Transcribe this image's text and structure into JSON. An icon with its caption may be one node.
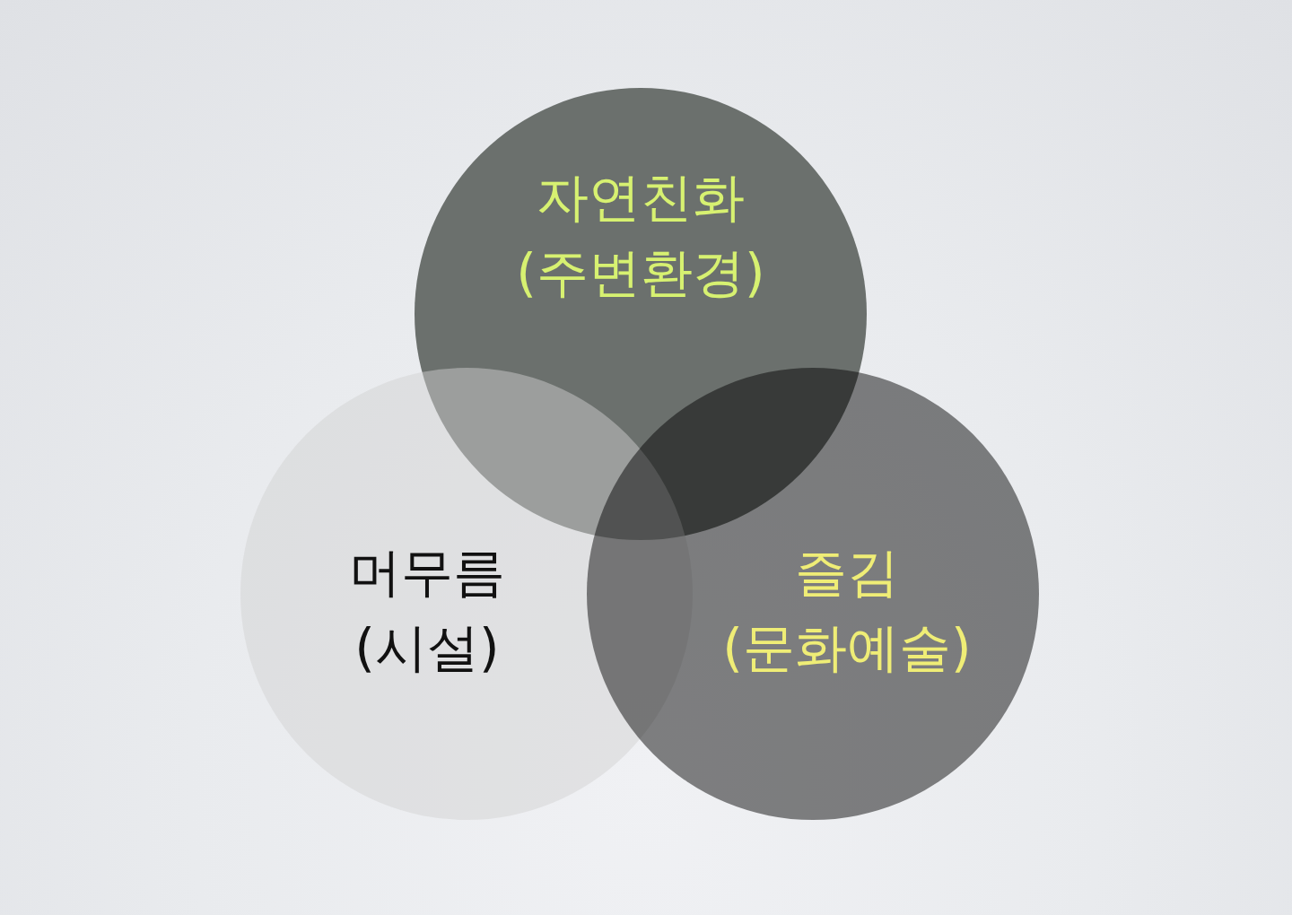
{
  "diagram": {
    "nodes": [
      {
        "text": [
          "자연친화 (주변환경)"
        ]
      },
      {
        "text": [
          "머무름 (시설)"
        ]
      },
      {
        "text": [
          "즐김 (문화예술)"
        ]
      }
    ]
  }
}
